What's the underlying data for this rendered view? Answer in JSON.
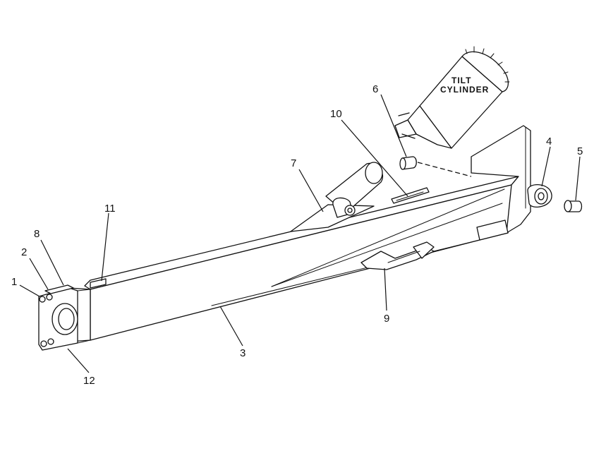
{
  "diagram": {
    "cylinder_label": [
      "TILT",
      "CYLINDER"
    ],
    "callouts": [
      {
        "id": "1",
        "label": "1"
      },
      {
        "id": "2",
        "label": "2"
      },
      {
        "id": "3",
        "label": "3"
      },
      {
        "id": "4",
        "label": "4"
      },
      {
        "id": "5",
        "label": "5"
      },
      {
        "id": "6",
        "label": "6"
      },
      {
        "id": "7",
        "label": "7"
      },
      {
        "id": "8",
        "label": "8"
      },
      {
        "id": "9",
        "label": "9"
      },
      {
        "id": "10",
        "label": "10"
      },
      {
        "id": "11",
        "label": "11"
      },
      {
        "id": "12",
        "label": "12"
      }
    ]
  }
}
